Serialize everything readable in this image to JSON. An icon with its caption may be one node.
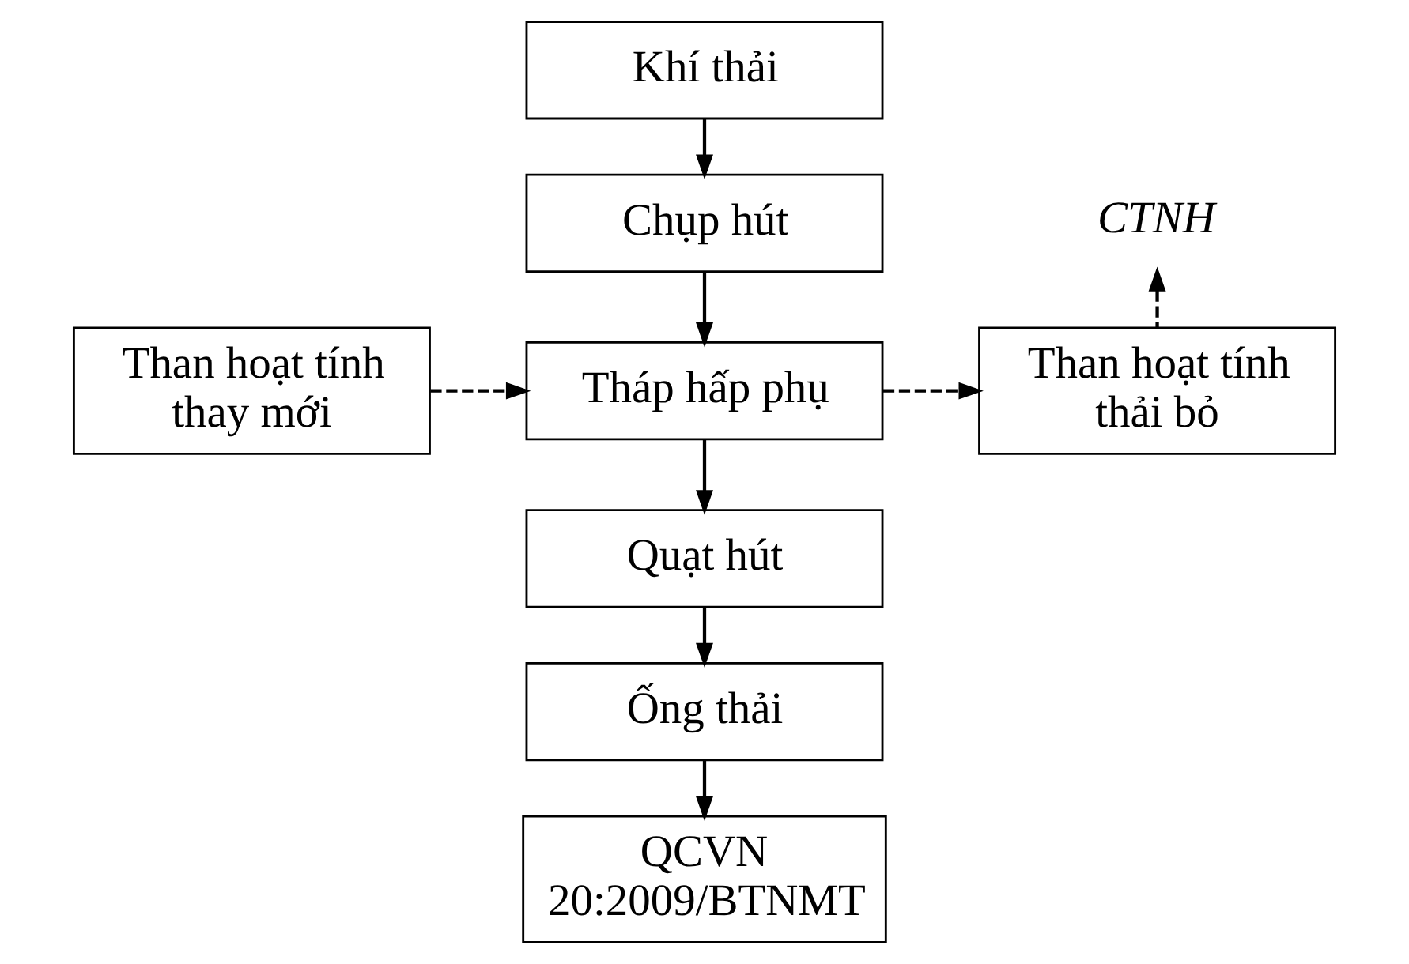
{
  "diagram": {
    "nodes": [
      {
        "text": [
          "Khí thải"
        ]
      },
      {
        "text": [
          "Chụp hút"
        ]
      },
      {
        "text": [
          "Than hoạt tính thay mới"
        ]
      },
      {
        "text": [
          "Tháp hấp phụ"
        ]
      },
      {
        "text": [
          "Than hoạt tính thải bỏ"
        ]
      },
      {
        "text": [
          "CTNH"
        ]
      },
      {
        "text": [
          "Quạt hút"
        ]
      },
      {
        "text": [
          "Ống thải"
        ]
      },
      {
        "text": [
          "QCVN 20:2009/BTNMT"
        ]
      }
    ],
    "edges": [
      {
        "from": 0,
        "to": 1,
        "arrow": "to"
      },
      {
        "from": 1,
        "to": 3,
        "arrow": "to"
      },
      {
        "from": 2,
        "to": 3,
        "arrow": "to",
        "style": "dashed"
      },
      {
        "from": 3,
        "to": 4,
        "arrow": "to",
        "style": "dashed"
      },
      {
        "from": 4,
        "to": 5,
        "arrow": "to",
        "style": "dashed"
      },
      {
        "from": 3,
        "to": 6,
        "arrow": "to"
      },
      {
        "from": 6,
        "to": 7,
        "arrow": "to"
      },
      {
        "from": 7,
        "to": 8,
        "arrow": "to"
      }
    ]
  }
}
